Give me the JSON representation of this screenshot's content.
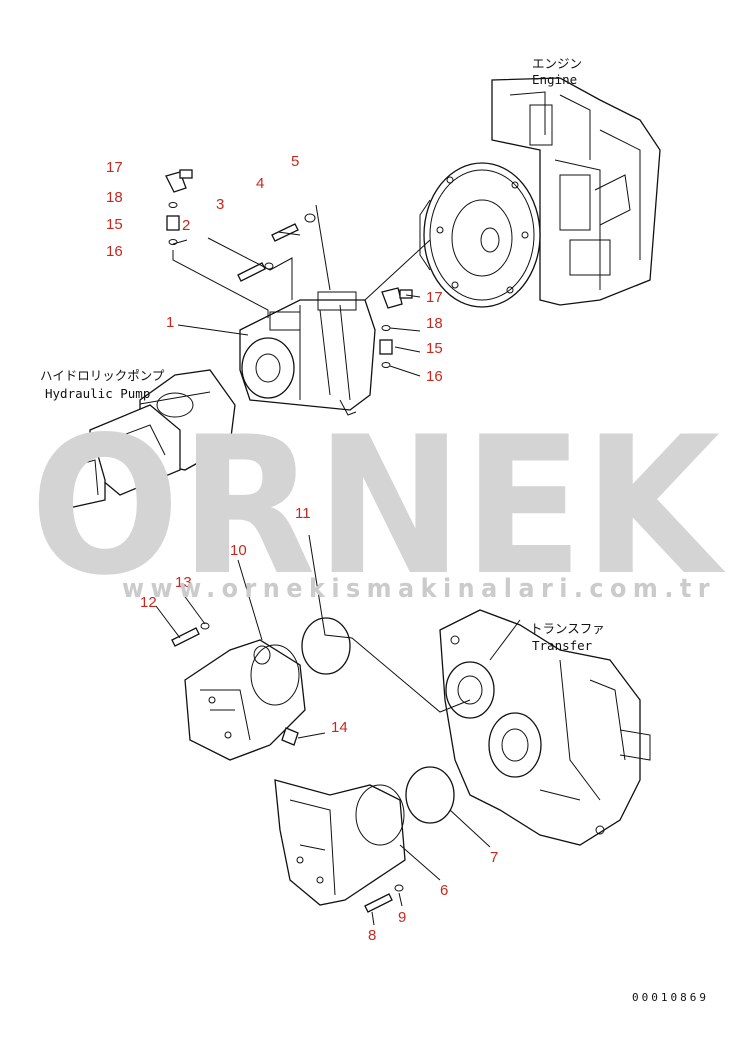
{
  "watermark": {
    "brand": "ORNEK",
    "url": "www.ornekismakinalari.com.tr"
  },
  "labels": {
    "engine_jp": "エンジン",
    "engine_en": "Engine",
    "pump_jp": "ハイドロリックポンプ",
    "pump_en": "Hydraulic Pump",
    "transfer_jp": "トランスファ",
    "transfer_en": "Transfer"
  },
  "callouts": [
    "17",
    "18",
    "15",
    "16",
    "2",
    "3",
    "4",
    "5",
    "1",
    "17",
    "18",
    "15",
    "16",
    "11",
    "10",
    "13",
    "12",
    "14",
    "7",
    "6",
    "9",
    "8"
  ],
  "drawing_code": "00010869",
  "colors": {
    "callout": "#c8281e",
    "line": "#111111",
    "watermark": "#d4d4d4"
  }
}
